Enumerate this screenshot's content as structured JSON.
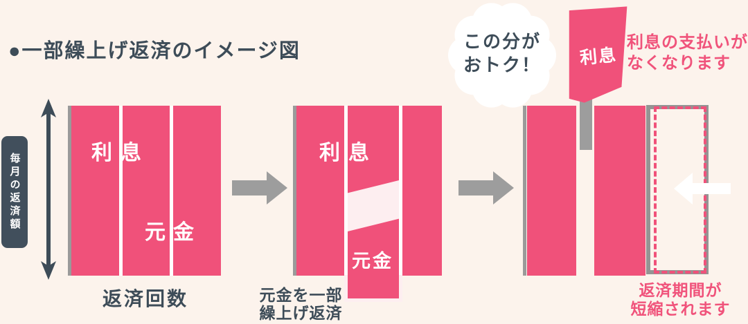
{
  "title": "●一部繰上げ返済のイメージ図",
  "axis": {
    "label": "毎月の返済額"
  },
  "diagram": {
    "stage1": {
      "interest": "利息",
      "principal": "元金",
      "caption": "返済回数"
    },
    "stage2": {
      "interest": "利息",
      "principal": "元金",
      "caption_line1": "元金を一部",
      "caption_line2": "繰上げ返済"
    },
    "stage3": {
      "caption_line1": "返済期間が",
      "caption_line2": "短縮されます"
    }
  },
  "bubble": {
    "line1": "この分が",
    "line2": "おトク！"
  },
  "flag": {
    "label": "利息"
  },
  "benefit": {
    "line1": "利息の支払いが",
    "line2": "なくなります"
  },
  "colors": {
    "bar_pink": "#f0517a",
    "dark_slate": "#3d4c58",
    "arrow_gray": "#9d9d9d",
    "pale_pink": "#fdeef0",
    "caption_pink": "#f0537b",
    "background": "#fcf3ec",
    "white": "#ffffff"
  }
}
